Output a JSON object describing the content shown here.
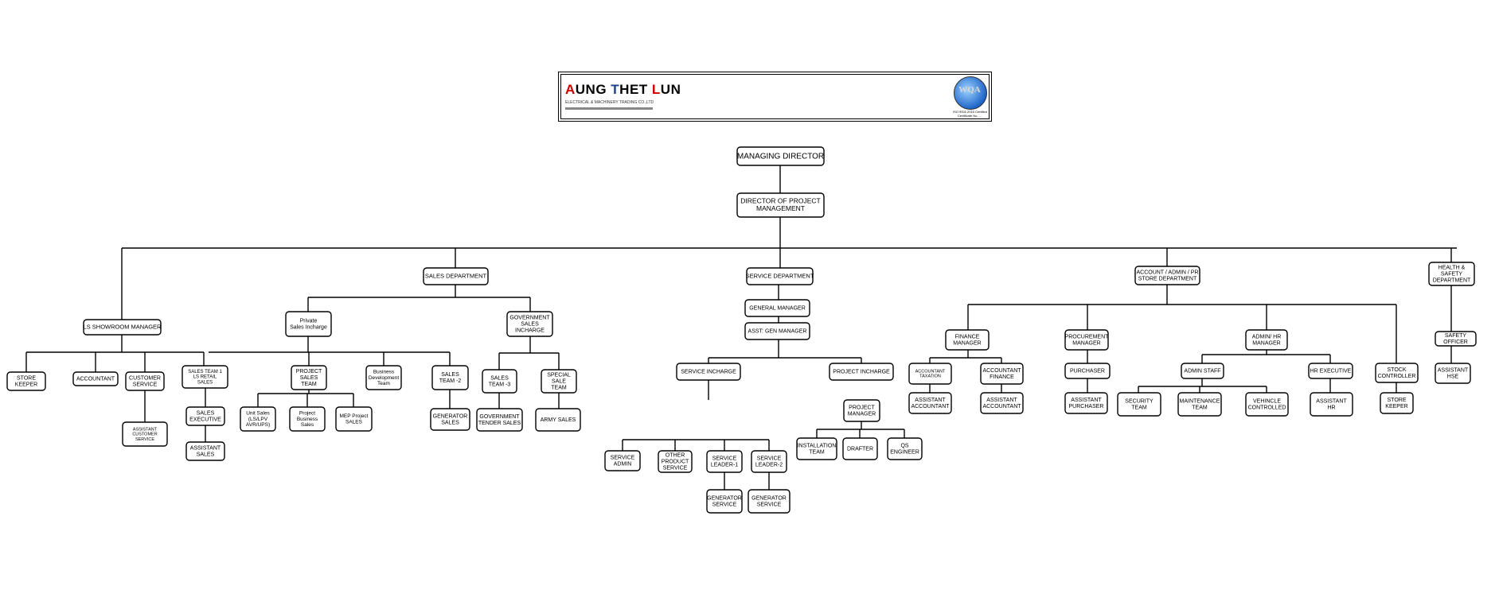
{
  "header": {
    "logo_text": "AUNG THET LUN",
    "tagline": "ELECTRICAL & MACHINERY TRADING CO.,LTD",
    "cert_label": "WQA",
    "cert_line1": "ISO 9001:2015 Certified",
    "cert_line2": "Certificate No. ..."
  },
  "nodes": [
    {
      "id": "md",
      "lines": [
        "MANAGING DIRECTOR"
      ]
    },
    {
      "id": "dpm",
      "lines": [
        "DIRECTOR OF PROJECT",
        "MANAGEMENT"
      ]
    },
    {
      "id": "sales",
      "lines": [
        "SALES DEPARTMENT"
      ]
    },
    {
      "id": "service",
      "lines": [
        "SERVICE DEPARTMENT"
      ]
    },
    {
      "id": "account",
      "lines": [
        "ACCOUNT / ADMIN / PR",
        "STORE DEPARTMENT"
      ]
    },
    {
      "id": "hs",
      "lines": [
        "HEALTH &",
        "SAFETY",
        "DEPARTMENT"
      ]
    },
    {
      "id": "lsm",
      "lines": [
        "LS SHOWROOM MANAGER"
      ]
    },
    {
      "id": "storekeeper",
      "lines": [
        "STORE",
        "KEEPER"
      ]
    },
    {
      "id": "accountant",
      "lines": [
        "ACCOUNTANT"
      ]
    },
    {
      "id": "custservice",
      "lines": [
        "CUSTOMER",
        "SERVICE"
      ]
    },
    {
      "id": "asstcust",
      "lines": [
        "ASSISTANT",
        "CUSTOMER",
        "SERVICE"
      ]
    },
    {
      "id": "private",
      "lines": [
        "Private",
        "Sales Incharge"
      ]
    },
    {
      "id": "salesteam1",
      "lines": [
        "SALES  TEAM 1",
        "LS RETAIL",
        "SALES"
      ]
    },
    {
      "id": "salesexec",
      "lines": [
        "SALES",
        "EXECUTIVE"
      ]
    },
    {
      "id": "asstsales",
      "lines": [
        "ASSISTANT",
        "SALES"
      ]
    },
    {
      "id": "projsales",
      "lines": [
        "PROJECT",
        "SALES",
        "TEAM"
      ]
    },
    {
      "id": "unitsales",
      "lines": [
        "Unit Sales",
        "(LS/LPV",
        "AVR/UPS)"
      ]
    },
    {
      "id": "projbiz",
      "lines": [
        "Project",
        "Business",
        "Sales"
      ]
    },
    {
      "id": "mep",
      "lines": [
        "MEP Project",
        "SALES"
      ]
    },
    {
      "id": "bizdev",
      "lines": [
        "Business",
        "Development",
        "Team"
      ]
    },
    {
      "id": "salesteam2",
      "lines": [
        "SALES",
        "TEAM -2"
      ]
    },
    {
      "id": "gensales",
      "lines": [
        "GENERATOR",
        "SALES"
      ]
    },
    {
      "id": "govsales",
      "lines": [
        "GOVERNMENT",
        "SALES",
        "INCHARGE"
      ]
    },
    {
      "id": "salesteam3",
      "lines": [
        "SALES",
        "TEAM -3"
      ]
    },
    {
      "id": "govtender",
      "lines": [
        "GOVERNMENT",
        "TENDER SALES"
      ]
    },
    {
      "id": "specialsale",
      "lines": [
        "SPECIAL",
        "SALE",
        "TEAM"
      ]
    },
    {
      "id": "armysales",
      "lines": [
        "ARMY SALES"
      ]
    },
    {
      "id": "gm",
      "lines": [
        "GENERAL MANAGER"
      ]
    },
    {
      "id": "agm",
      "lines": [
        "ASST: GEN MANAGER"
      ]
    },
    {
      "id": "svcinch",
      "lines": [
        "SERVICE INCHARGE"
      ]
    },
    {
      "id": "projinch",
      "lines": [
        "PROJECT INCHARGE"
      ]
    },
    {
      "id": "projmgr",
      "lines": [
        "PROJECT",
        "MANAGER"
      ]
    },
    {
      "id": "install",
      "lines": [
        "INSTALLATION",
        "TEAM"
      ]
    },
    {
      "id": "drafter",
      "lines": [
        "DRAFTER"
      ]
    },
    {
      "id": "qs",
      "lines": [
        "QS",
        "ENGINEER"
      ]
    },
    {
      "id": "svcadmin",
      "lines": [
        "SERVICE",
        "ADMIN"
      ]
    },
    {
      "id": "otherprod",
      "lines": [
        "OTHER",
        "PRODUCT",
        "SERVICE"
      ]
    },
    {
      "id": "svcl1",
      "lines": [
        "SERVICE",
        "LEADER-1"
      ]
    },
    {
      "id": "gensvc1",
      "lines": [
        "GENERATOR",
        "SERVICE"
      ]
    },
    {
      "id": "svcl2",
      "lines": [
        "SERVICE",
        "LEADER-2"
      ]
    },
    {
      "id": "gensvc2",
      "lines": [
        "GENERATOR",
        "SERVICE"
      ]
    },
    {
      "id": "finmgr",
      "lines": [
        "FINANCE",
        "MANAGER"
      ]
    },
    {
      "id": "acctax",
      "lines": [
        "ACCOUNTANT",
        "TAXATION"
      ]
    },
    {
      "id": "asstacc1",
      "lines": [
        "ASSISTANT",
        "ACCOUNTANT"
      ]
    },
    {
      "id": "accfin",
      "lines": [
        "ACCOUNTANT",
        "FINANCE"
      ]
    },
    {
      "id": "asstacc2",
      "lines": [
        "ASSISTANT",
        "ACCOUNTANT"
      ]
    },
    {
      "id": "procmgr",
      "lines": [
        "PROCUREMENT",
        "MANAGER"
      ]
    },
    {
      "id": "purchaser",
      "lines": [
        "PURCHASER"
      ]
    },
    {
      "id": "asstpurch",
      "lines": [
        "ASSISTANT",
        "PURCHASER"
      ]
    },
    {
      "id": "adminhr",
      "lines": [
        "ADMIN/ HR",
        "MANAGER"
      ]
    },
    {
      "id": "adminstaff",
      "lines": [
        "ADMIN STAFF"
      ]
    },
    {
      "id": "security",
      "lines": [
        "SECURITY",
        "TEAM"
      ]
    },
    {
      "id": "maint",
      "lines": [
        "MAINTENANCE",
        "TEAM"
      ]
    },
    {
      "id": "vehicle",
      "lines": [
        "VEHINCLE",
        "CONTROLLED"
      ]
    },
    {
      "id": "hrexec",
      "lines": [
        "HR EXECUTIVE"
      ]
    },
    {
      "id": "assthr",
      "lines": [
        "ASSISTANT",
        "HR"
      ]
    },
    {
      "id": "stockctrl",
      "lines": [
        "STOCK",
        "CONTROLLER"
      ]
    },
    {
      "id": "storekeeper2",
      "lines": [
        "STORE",
        "KEEPER"
      ]
    },
    {
      "id": "safety",
      "lines": [
        "SAFETY",
        "OFFICER"
      ]
    },
    {
      "id": "assthse",
      "lines": [
        "ASSISTANT",
        "HSE"
      ]
    }
  ]
}
